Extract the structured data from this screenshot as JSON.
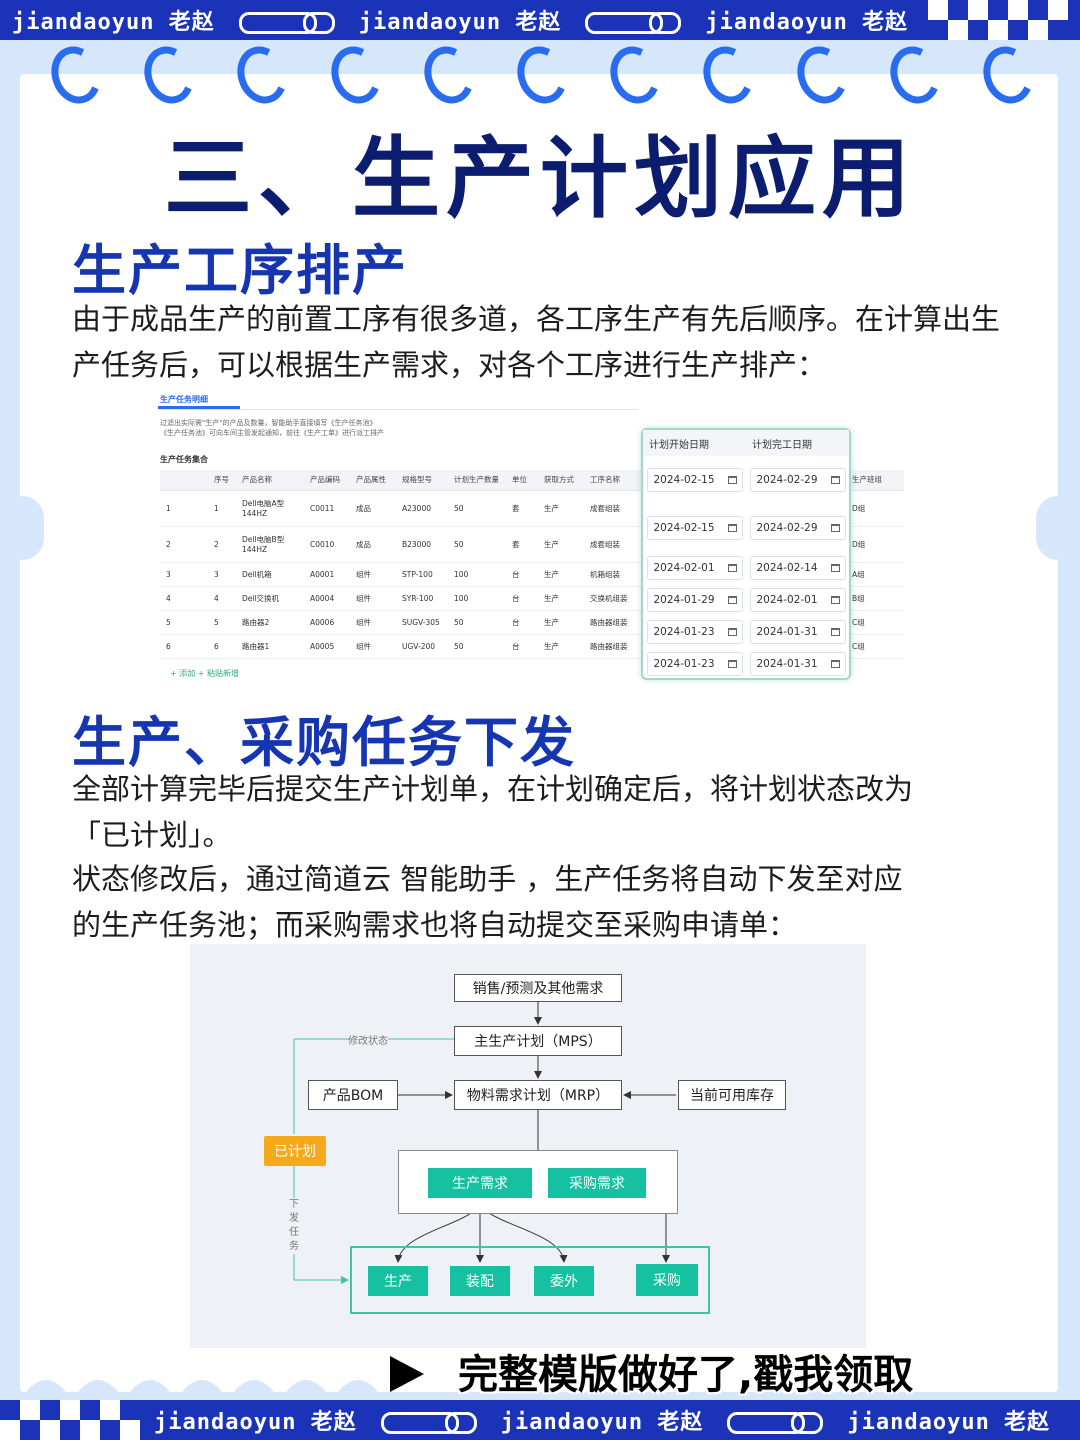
{
  "banner": {
    "brand": "jiandaoyun 老赵"
  },
  "title": "三、生产计划应用",
  "section1": {
    "heading": "生产工序排产",
    "text": "由于成品生产的前置工序有很多道，各工序生产有先后顺序。在计算出生产任务后，可以根据生产需求，对各个工序进行生产排产："
  },
  "table_shot": {
    "tab": "生产任务明细",
    "note1": "过滤出实际需\"生产\"的产品及数量，智能助手直接填写《生产任务池》",
    "note2": "《生产任务池》可向车间主管发起通知，前往《生产工单》进行派工排产",
    "set_title": "生产任务集合",
    "headers": [
      "",
      "序号",
      "产品名称",
      "产品编码",
      "产品属性",
      "规格型号",
      "计划生产数量",
      "单位",
      "获取方式",
      "工序名称"
    ],
    "rows": [
      [
        "1",
        "1",
        "Dell电脑A型144HZ",
        "C0011",
        "成品",
        "A23000",
        "50",
        "套",
        "生产",
        "成套组装",
        "D组"
      ],
      [
        "2",
        "2",
        "Dell电脑B型144HZ",
        "C0010",
        "成品",
        "B23000",
        "50",
        "套",
        "生产",
        "成套组装",
        "D组"
      ],
      [
        "3",
        "3",
        "Dell机箱",
        "A0001",
        "组件",
        "STP-100",
        "100",
        "台",
        "生产",
        "机箱组装",
        "A组"
      ],
      [
        "4",
        "4",
        "Dell交换机",
        "A0004",
        "组件",
        "SYR-100",
        "100",
        "台",
        "生产",
        "交换机组装",
        "B组"
      ],
      [
        "5",
        "5",
        "路由器2",
        "A0006",
        "组件",
        "SUGV-305",
        "50",
        "台",
        "生产",
        "路由器组装",
        "C组"
      ],
      [
        "6",
        "6",
        "路由器1",
        "A0005",
        "组件",
        "UGV-200",
        "50",
        "台",
        "生产",
        "路由器组装",
        "C组"
      ]
    ],
    "extra_header": "生产班组",
    "add": "+ 添加    + 粘贴新增",
    "date_panel": {
      "start_label": "计划开始日期",
      "end_label": "计划完工日期",
      "rows": [
        [
          "2024-02-15",
          "2024-02-29"
        ],
        [
          "2024-02-15",
          "2024-02-29"
        ],
        [
          "2024-02-01",
          "2024-02-14"
        ],
        [
          "2024-01-29",
          "2024-02-01"
        ],
        [
          "2024-01-23",
          "2024-01-31"
        ],
        [
          "2024-01-23",
          "2024-01-31"
        ]
      ]
    }
  },
  "section2": {
    "heading": "生产、采购任务下发",
    "text1a": "全部计算完毕后提交生产计划单，在计划确定后，将计划状态改为",
    "text1b": "「已计划」。",
    "text2a": "状态修改后，通过简道云 智能助手 ，生产任务将自动下发至对应",
    "text2b": "的生产任务池；而采购需求也将自动提交至采购申请单："
  },
  "flow": {
    "demand": "销售/预测及其他需求",
    "mps": "主生产计划（MPS）",
    "bom": "产品BOM",
    "mrp": "物料需求计划（MRP）",
    "stock": "当前可用库存",
    "planned": "已计划",
    "modify_label": "修改状态",
    "dispatch_label": "下发任务",
    "prod_demand": "生产需求",
    "purch_demand": "采购需求",
    "produce": "生产",
    "assemble": "装配",
    "outsource": "委外",
    "purchase": "采购"
  },
  "cta": "完整模版做好了,戳我领取"
}
